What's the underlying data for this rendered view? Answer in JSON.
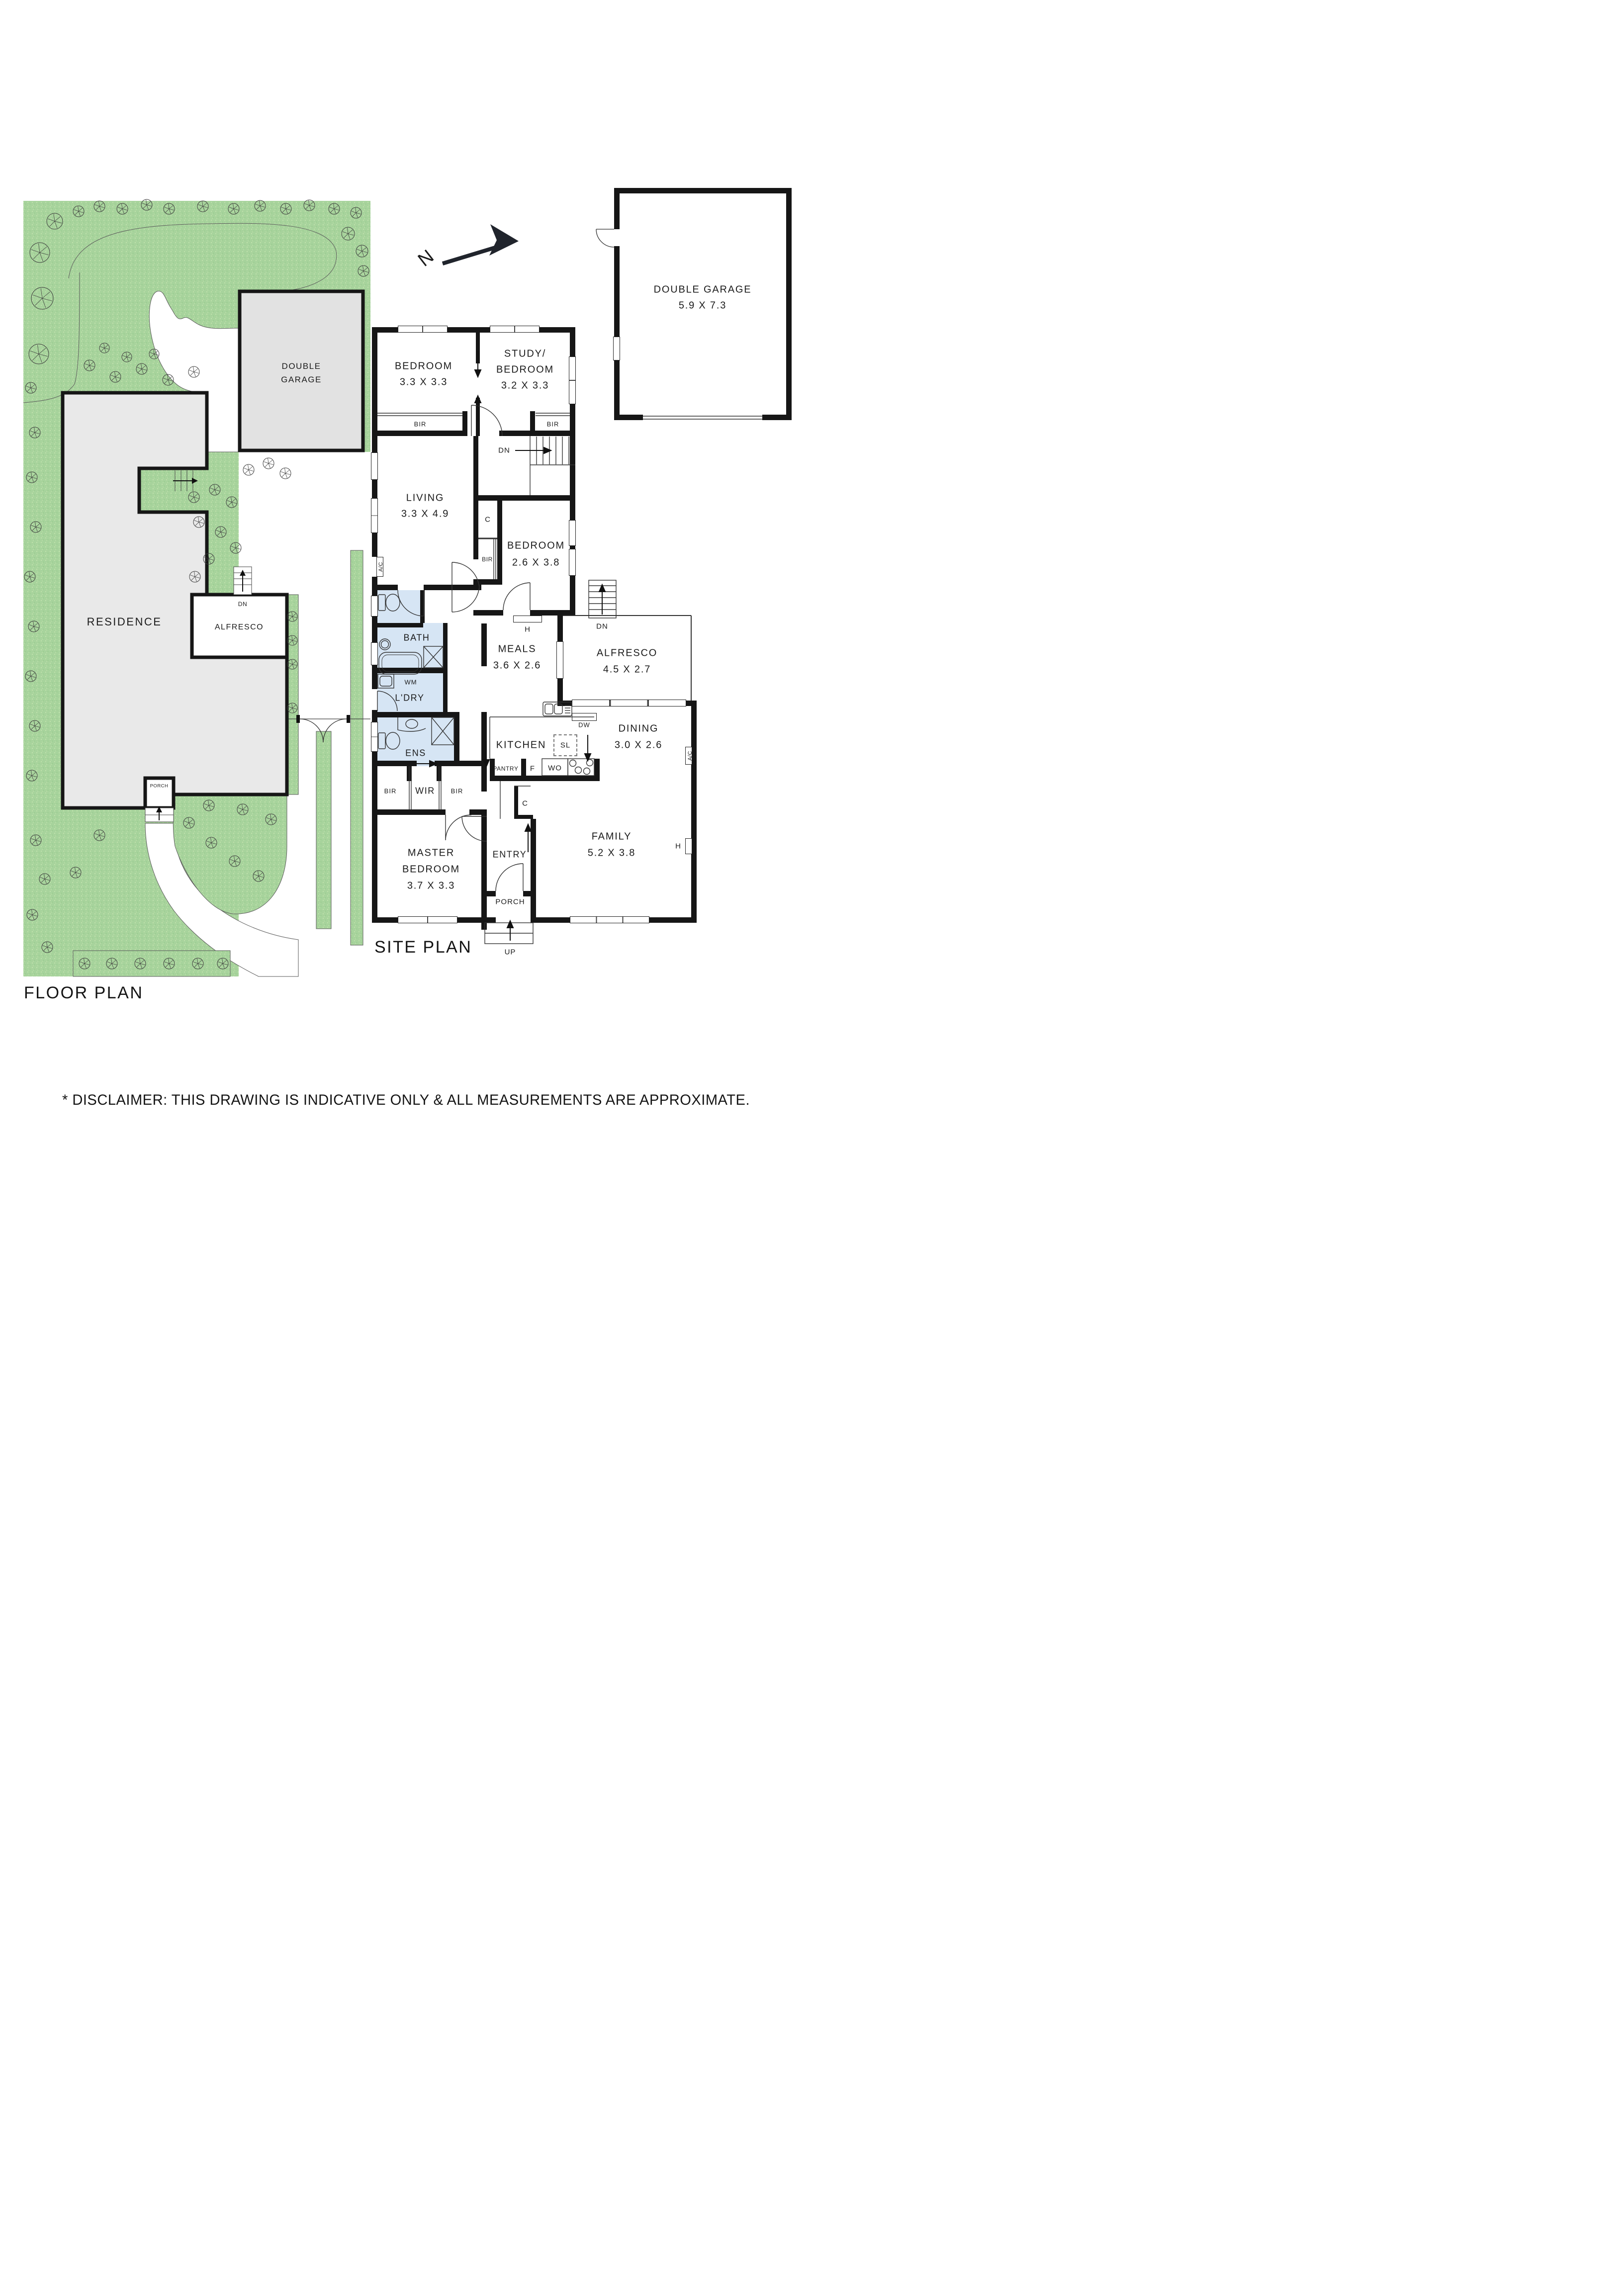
{
  "meta": {
    "floor_plan_title": "FLOOR PLAN",
    "site_plan_title": "SITE PLAN",
    "disclaimer": "* DISCLAIMER: THIS DRAWING IS INDICATIVE ONLY & ALL MEASUREMENTS ARE APPROXIMATE.",
    "north_label": "N"
  },
  "colors": {
    "wall": "#161616",
    "grass": "#a7d39c",
    "grass_dot_light": "#c9e7b2",
    "grass_dot_dark": "#92c887",
    "wet_area_blue": "#d6e5f4",
    "building_fill": "#e9e9e9",
    "garage_fill": "#e2e2e2"
  },
  "garage_plan": {
    "name": "DOUBLE GARAGE",
    "dims": "5.9 X 7.3"
  },
  "site_plan": {
    "residence_label": "RESIDENCE",
    "garage_label_line1": "DOUBLE",
    "garage_label_line2": "GARAGE",
    "alfresco_label": "ALFRESCO",
    "porch_label": "PORCH",
    "dn_label": "DN",
    "trees": [
      [
        110,
        445,
        16
      ],
      [
        158,
        425,
        11
      ],
      [
        200,
        415,
        11
      ],
      [
        246,
        420,
        11
      ],
      [
        295,
        412,
        11
      ],
      [
        340,
        420,
        11
      ],
      [
        408,
        415,
        11
      ],
      [
        470,
        420,
        11
      ],
      [
        523,
        414,
        11
      ],
      [
        575,
        420,
        11
      ],
      [
        622,
        413,
        11
      ],
      [
        672,
        420,
        11
      ],
      [
        716,
        428,
        11
      ],
      [
        700,
        470,
        13
      ],
      [
        728,
        505,
        12
      ],
      [
        731,
        545,
        11
      ],
      [
        80,
        508,
        20
      ],
      [
        85,
        600,
        22
      ],
      [
        78,
        712,
        20
      ],
      [
        62,
        780,
        11
      ],
      [
        70,
        870,
        11
      ],
      [
        64,
        960,
        11
      ],
      [
        72,
        1060,
        11
      ],
      [
        60,
        1160,
        11
      ],
      [
        68,
        1260,
        11
      ],
      [
        62,
        1360,
        11
      ],
      [
        70,
        1460,
        11
      ],
      [
        64,
        1560,
        11
      ],
      [
        72,
        1690,
        11
      ],
      [
        90,
        1768,
        11
      ],
      [
        65,
        1840,
        11
      ],
      [
        95,
        1905,
        11
      ],
      [
        180,
        735,
        11
      ],
      [
        232,
        758,
        11
      ],
      [
        285,
        742,
        11
      ],
      [
        338,
        764,
        11
      ],
      [
        390,
        748,
        11
      ],
      [
        255,
        718,
        10
      ],
      [
        310,
        712,
        10
      ],
      [
        210,
        700,
        10
      ],
      [
        390,
        1000,
        11
      ],
      [
        432,
        985,
        11
      ],
      [
        466,
        1010,
        11
      ],
      [
        400,
        1050,
        11
      ],
      [
        444,
        1070,
        11
      ],
      [
        474,
        1102,
        11
      ],
      [
        420,
        1124,
        11
      ],
      [
        392,
        1160,
        11
      ],
      [
        500,
        945,
        11
      ],
      [
        540,
        932,
        11
      ],
      [
        574,
        952,
        11
      ],
      [
        588,
        1240,
        10
      ],
      [
        588,
        1288,
        10
      ],
      [
        588,
        1336,
        10
      ],
      [
        588,
        1424,
        10
      ],
      [
        380,
        1655,
        11
      ],
      [
        425,
        1695,
        11
      ],
      [
        472,
        1732,
        11
      ],
      [
        520,
        1762,
        11
      ],
      [
        545,
        1648,
        11
      ],
      [
        488,
        1628,
        11
      ],
      [
        420,
        1620,
        11
      ],
      [
        200,
        1680,
        11
      ],
      [
        152,
        1755,
        11
      ],
      [
        170,
        1938,
        11
      ],
      [
        225,
        1938,
        11
      ],
      [
        282,
        1938,
        11
      ],
      [
        340,
        1938,
        11
      ],
      [
        398,
        1938,
        11
      ],
      [
        448,
        1938,
        11
      ]
    ]
  },
  "floor_plan": {
    "rooms": {
      "bedroom1": {
        "name": "BEDROOM",
        "dims": "3.3 X 3.3"
      },
      "study": {
        "name1": "STUDY/",
        "name2": "BEDROOM",
        "dims": "3.2 X 3.3"
      },
      "living": {
        "name": "LIVING",
        "dims": "3.3 X 4.9"
      },
      "bedroom3": {
        "name": "BEDROOM",
        "dims": "2.6 X 3.8"
      },
      "meals": {
        "name": "MEALS",
        "dims": "3.6 X 2.6"
      },
      "alfresco": {
        "name": "ALFRESCO",
        "dims": "4.5 X 2.7"
      },
      "dining": {
        "name": "DINING",
        "dims": "3.0 X 2.6"
      },
      "family": {
        "name": "FAMILY",
        "dims": "5.2 X 3.8"
      },
      "master": {
        "name1": "MASTER",
        "name2": "BEDROOM",
        "dims": "3.7 X 3.3"
      },
      "kitchen": {
        "name": "KITCHEN"
      },
      "bath": "BATH",
      "ens": "ENS",
      "ldry": "L'DRY",
      "wir": "WIR",
      "entry": "ENTRY",
      "porch": "PORCH"
    },
    "tags": {
      "bir": "BIR",
      "dn": "DN",
      "up": "UP",
      "wm": "WM",
      "ac": "A/C",
      "h": "H",
      "c": "C",
      "f": "F",
      "wo": "WO",
      "dw": "DW",
      "sl": "SL",
      "pantry": "PANTRY"
    }
  }
}
